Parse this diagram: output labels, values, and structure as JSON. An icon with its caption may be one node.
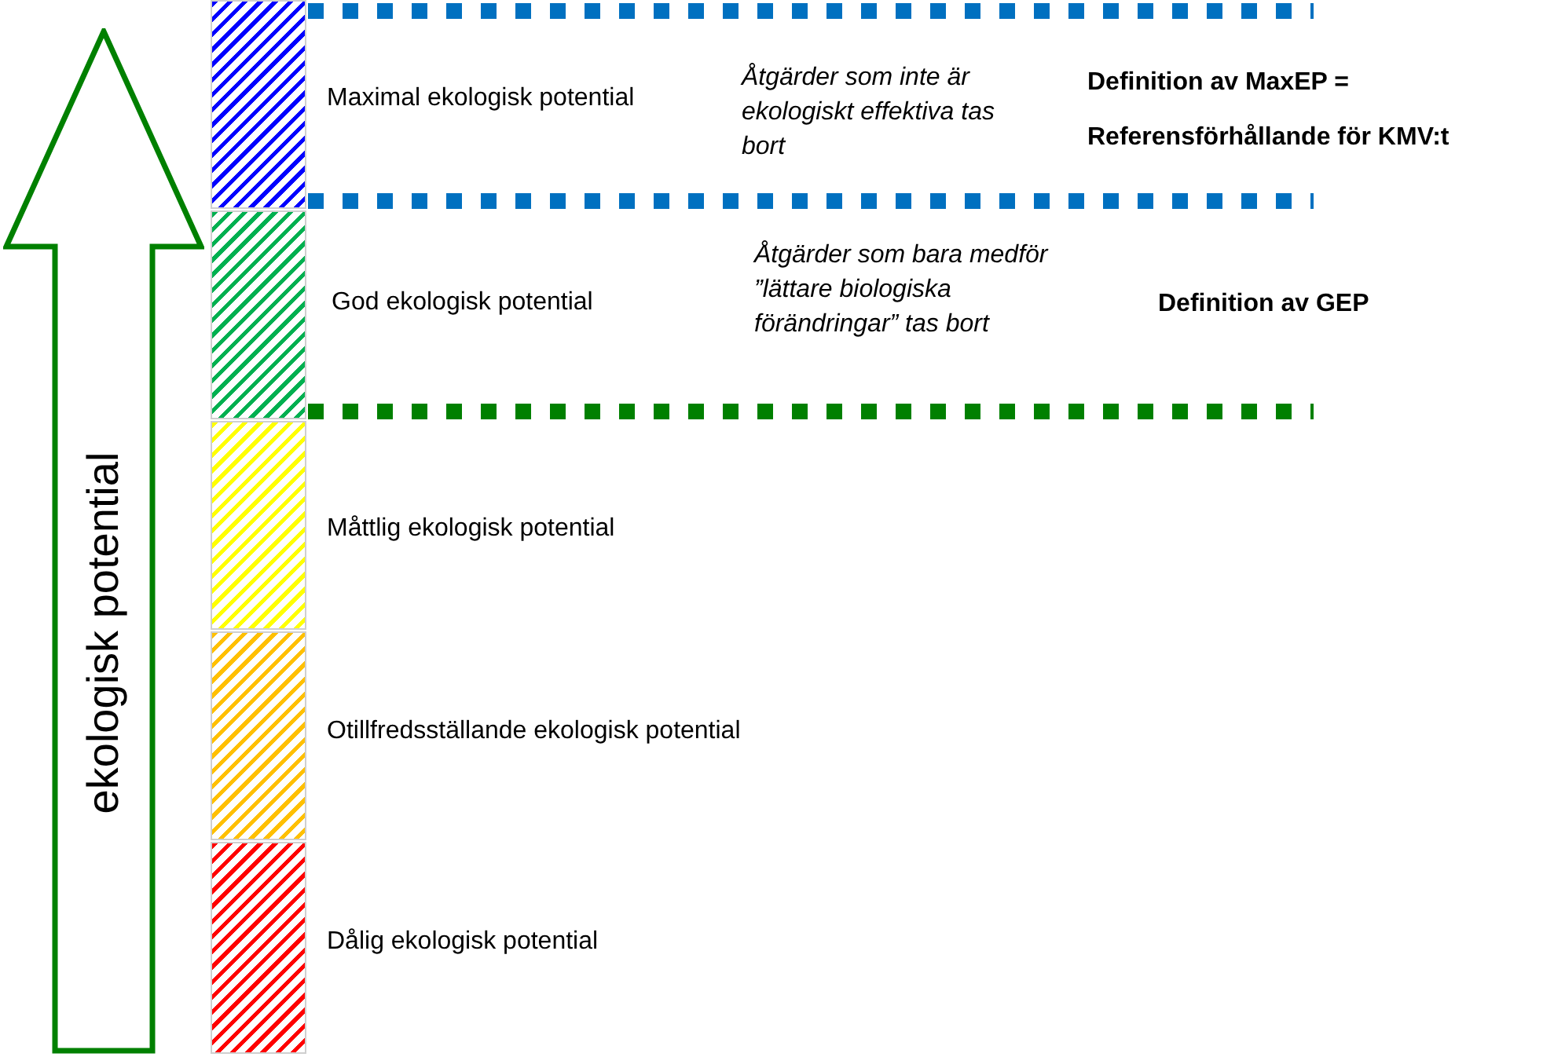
{
  "diagram": {
    "nodes": [
      {
        "text": [
          "ekologisk potential"
        ]
      },
      {
        "text": [],
        "shape": "bar",
        "beside": [
          "Maximal ekologisk potential"
        ]
      },
      {
        "text": [],
        "shape": "bar",
        "beside": [
          "God ekologisk potential"
        ]
      },
      {
        "text": [],
        "shape": "bar",
        "beside": [
          "Måttlig ekologisk potential"
        ]
      },
      {
        "text": [],
        "shape": "bar",
        "beside": [
          "Otillfredsställande ekologisk potential"
        ]
      },
      {
        "text": [],
        "shape": "bar",
        "beside": [
          "Dålig ekologisk potential"
        ]
      }
    ],
    "labels": [
      "Åtgärder som inte är ekologiskt effektiva tas bort",
      "Definition av MaxEP =",
      "Referensförhållande för KMV:t",
      "Åtgärder som bara medför ”lättare biologiska förändringar” tas bort",
      "Definition av GEP"
    ]
  }
}
